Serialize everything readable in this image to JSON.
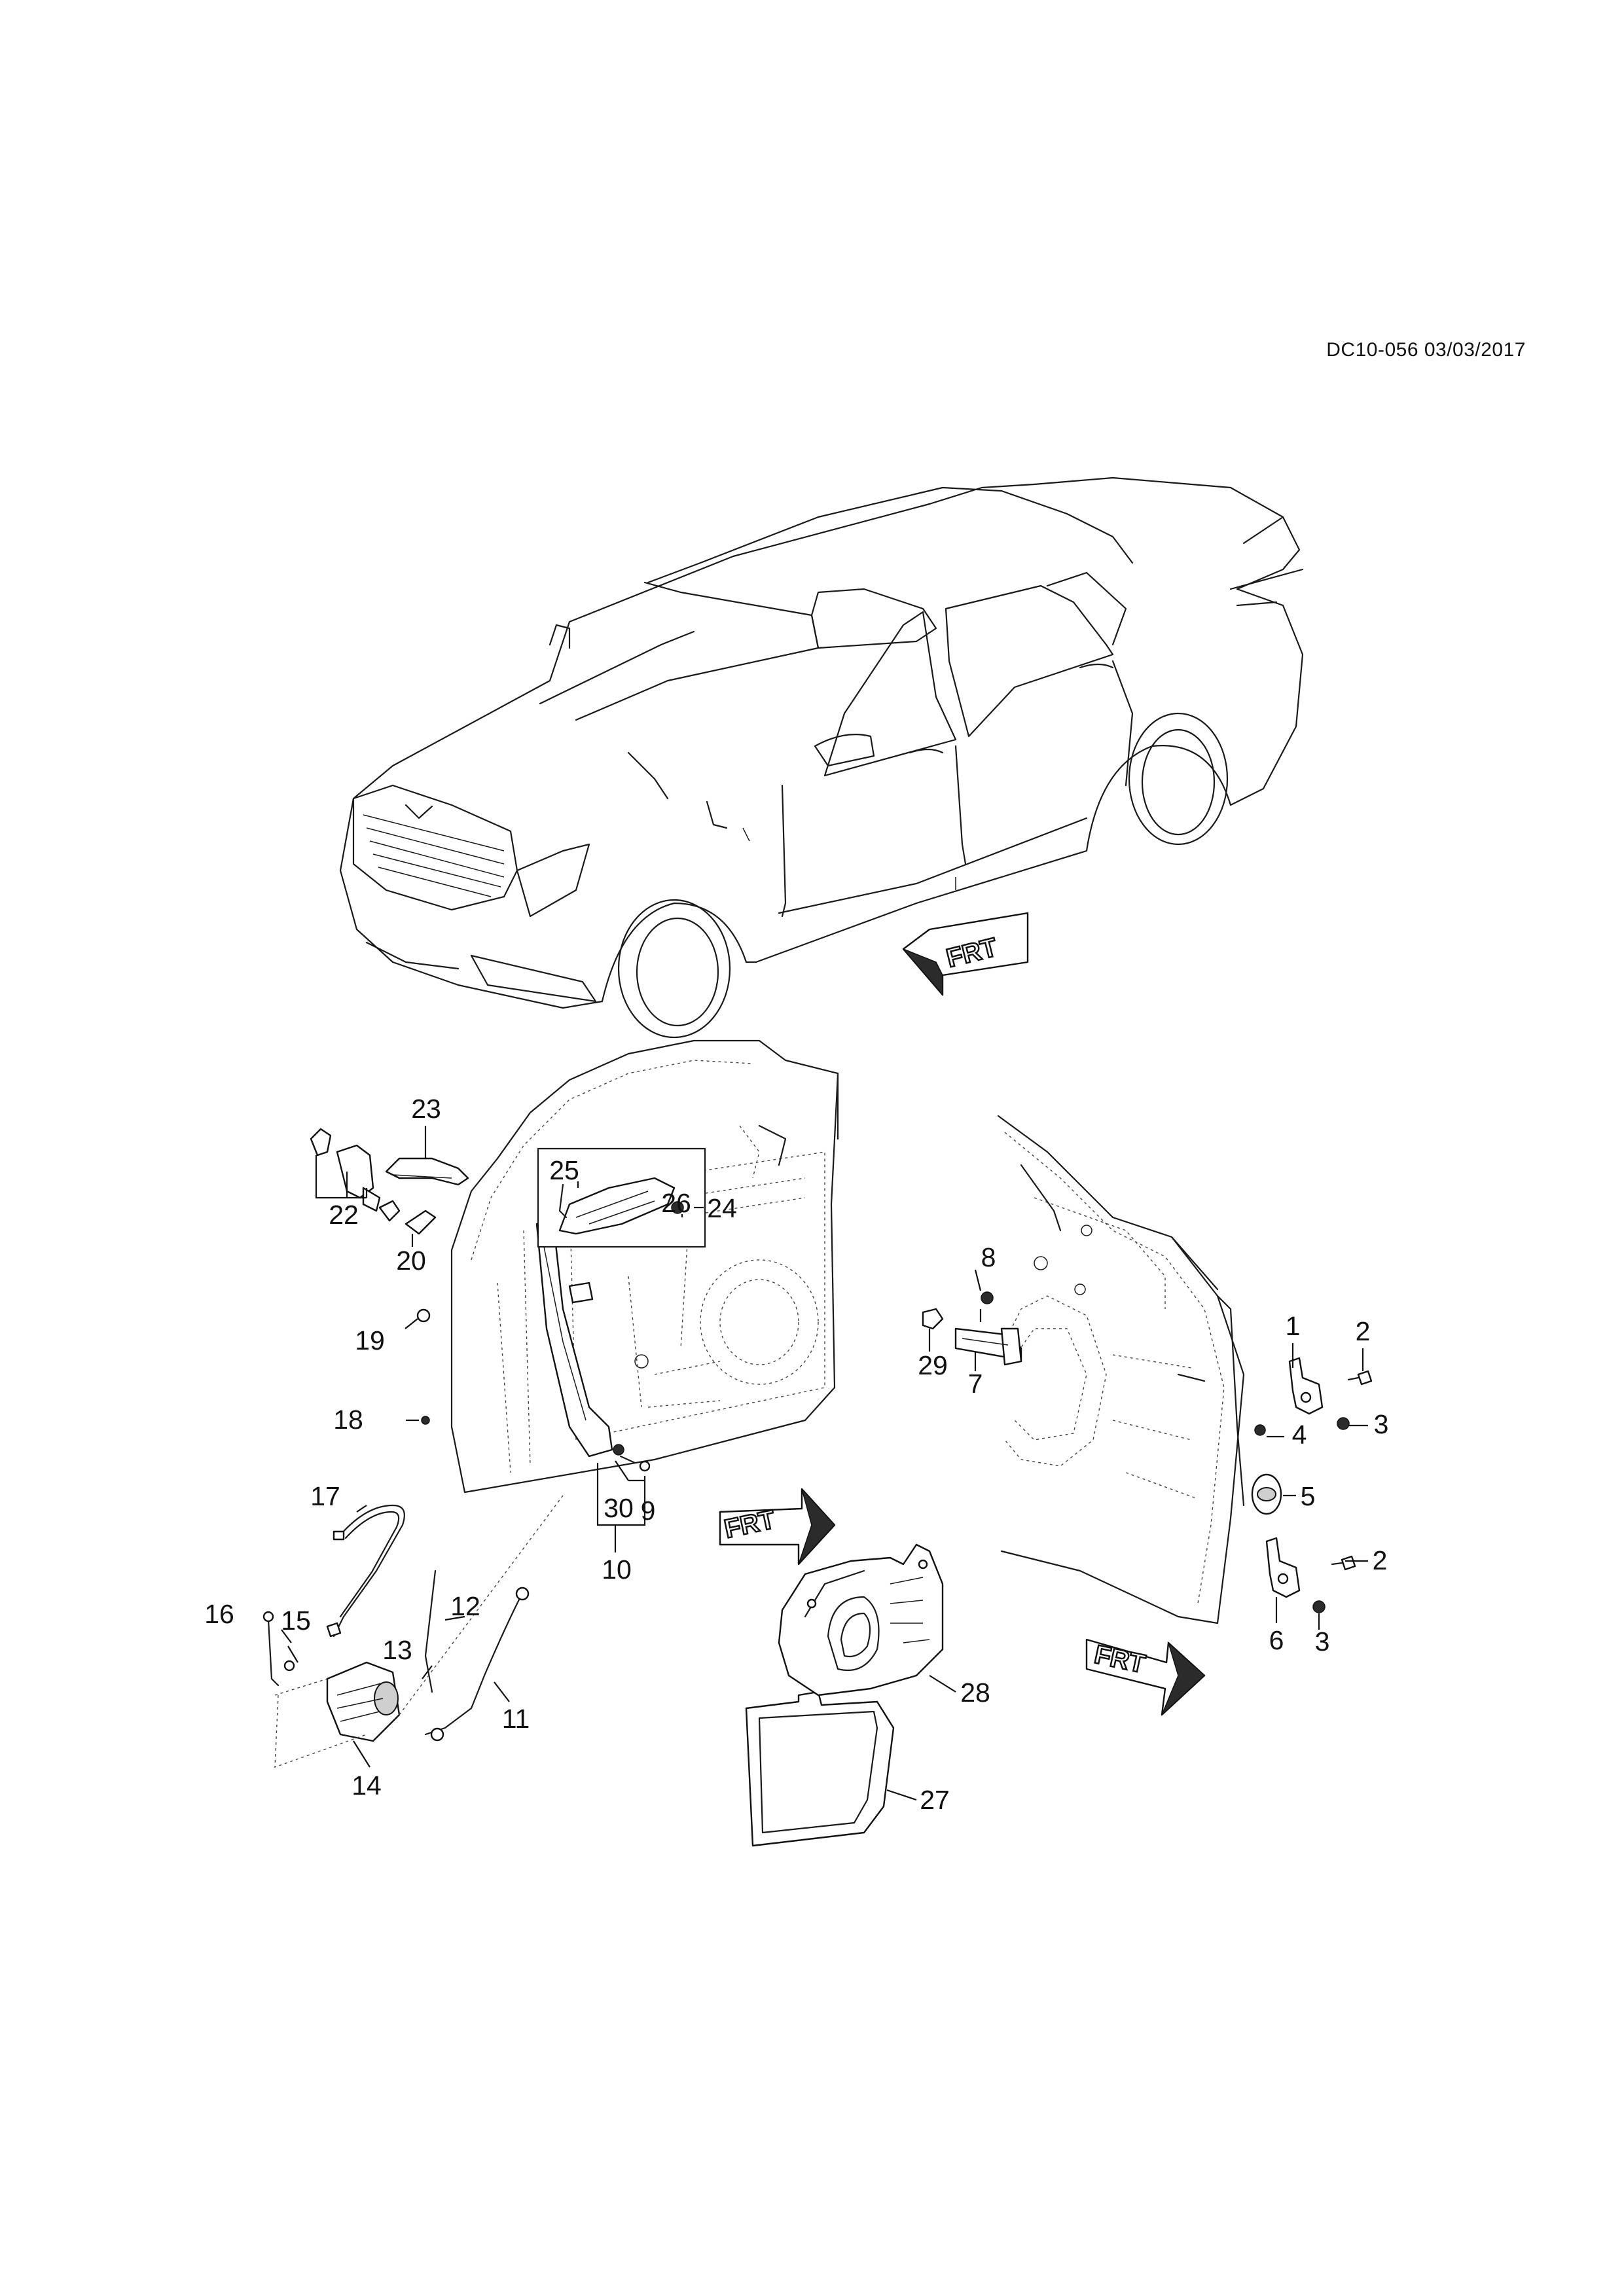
{
  "diagram": {
    "reference_code": "DC10-056 03/03/2017",
    "orientation_label": "FRT",
    "callouts": {
      "c1": "1",
      "c2a": "2",
      "c2b": "2",
      "c3a": "3",
      "c3b": "3",
      "c4": "4",
      "c5": "5",
      "c6": "6",
      "c7": "7",
      "c8": "8",
      "c9": "9",
      "c10": "10",
      "c11": "11",
      "c12": "12",
      "c13": "13",
      "c14": "14",
      "c15": "15",
      "c16": "16",
      "c17": "17",
      "c18": "18",
      "c19": "19",
      "c20": "20",
      "c22": "22",
      "c23": "23",
      "c24": "24",
      "c25": "25",
      "c26": "26",
      "c27": "27",
      "c28": "28",
      "c29": "29",
      "c30": "30"
    }
  }
}
